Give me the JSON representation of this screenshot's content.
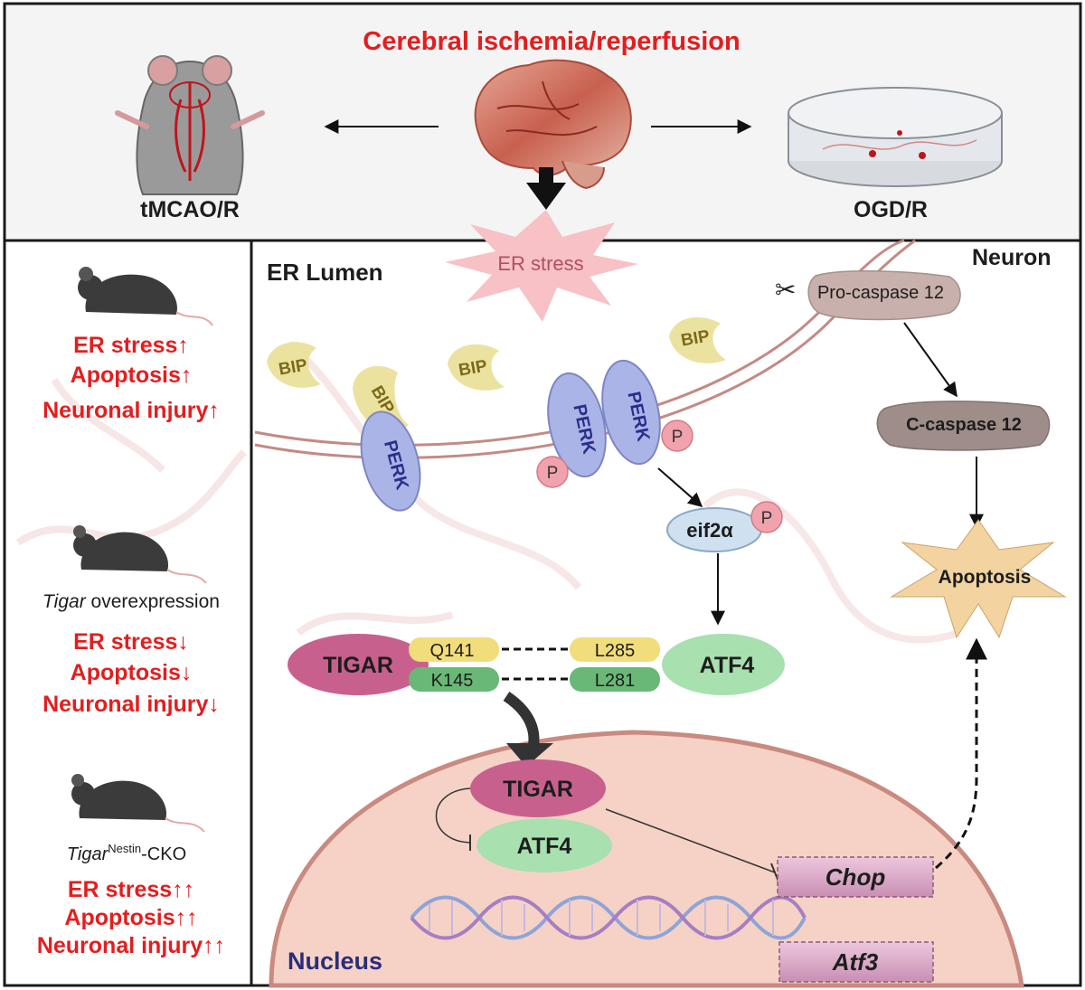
{
  "top_panel": {
    "title": "Cerebral ischemia/reperfusion",
    "left_model": "tMCAO/R",
    "right_model": "OGD/R",
    "stress_burst": "ER stress"
  },
  "left_panel": {
    "groups": [
      {
        "label_italic": "",
        "label_sup": "",
        "label_rest": "",
        "lines": [
          "ER stress↑",
          "Apoptosis↑",
          "Neuronal injury↑"
        ]
      },
      {
        "label_italic": "Tigar",
        "label_sup": "",
        "label_rest": " overexpression",
        "lines": [
          "ER stress↓",
          "Apoptosis↓",
          "Neuronal injury↓"
        ]
      },
      {
        "label_italic": "Tigar",
        "label_sup": "Nestin",
        "label_rest": "-CKO",
        "lines": [
          "ER stress↑↑",
          "Apoptosis↑↑",
          "Neuronal injury↑↑"
        ]
      }
    ]
  },
  "main_panel": {
    "er_lumen": "ER Lumen",
    "neuron": "Neuron",
    "nucleus": "Nucleus",
    "bip": "BIP",
    "perk": "PERK",
    "phospho": "P",
    "eif2a": "eif2α",
    "tigar": "TIGAR",
    "atf4": "ATF4",
    "residues": {
      "q141": "Q141",
      "k145": "K145",
      "l285": "L285",
      "l281": "L281"
    },
    "pro_caspase": "Pro-caspase 12",
    "c_caspase": "C-caspase 12",
    "apoptosis": "Apoptosis",
    "chop": "Chop",
    "atf3": "Atf3"
  },
  "colors": {
    "title_red": "#e31e1e",
    "tigar": "#c8608e",
    "atf4": "#a8e0b0",
    "perk": "#aab4e6",
    "bip": "#ece2a0",
    "nucleus": "#f6d2c6",
    "caspase": "#c8b1ac",
    "stress_burst": "#f7c1c6",
    "apoptosis_star": "#f3d3a0"
  }
}
